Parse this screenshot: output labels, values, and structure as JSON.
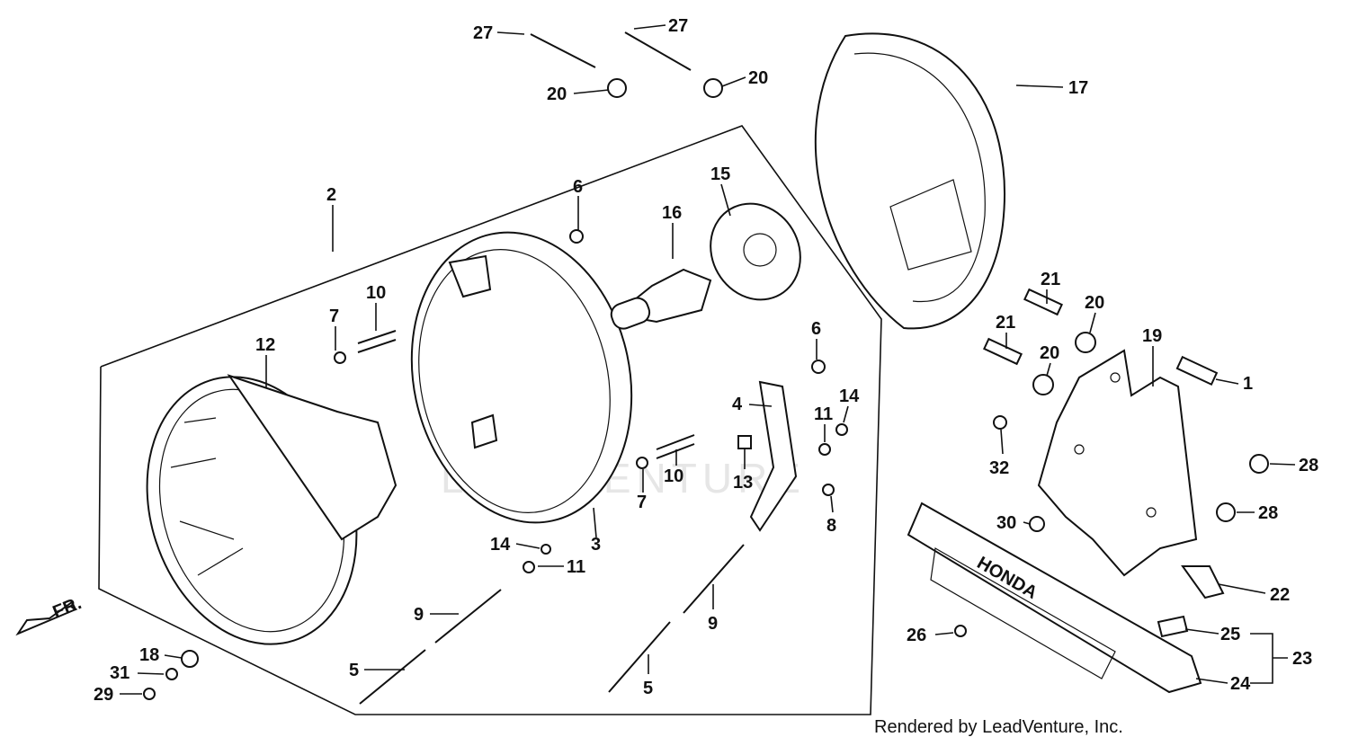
{
  "watermark": "LEADVENTURE",
  "credit": "Rendered by LeadVenture, Inc.",
  "direction_label": "FR.",
  "brand_plate_text": "HONDA",
  "callouts": [
    "27",
    "27",
    "20",
    "20",
    "17",
    "2",
    "6",
    "16",
    "15",
    "12",
    "7",
    "10",
    "21",
    "20",
    "21",
    "20",
    "19",
    "1",
    "6",
    "4",
    "14",
    "11",
    "13",
    "8",
    "32",
    "28",
    "28",
    "30",
    "22",
    "3",
    "7",
    "10",
    "14",
    "11",
    "9",
    "9",
    "5",
    "5",
    "25",
    "23",
    "24",
    "26",
    "18",
    "31",
    "29"
  ]
}
